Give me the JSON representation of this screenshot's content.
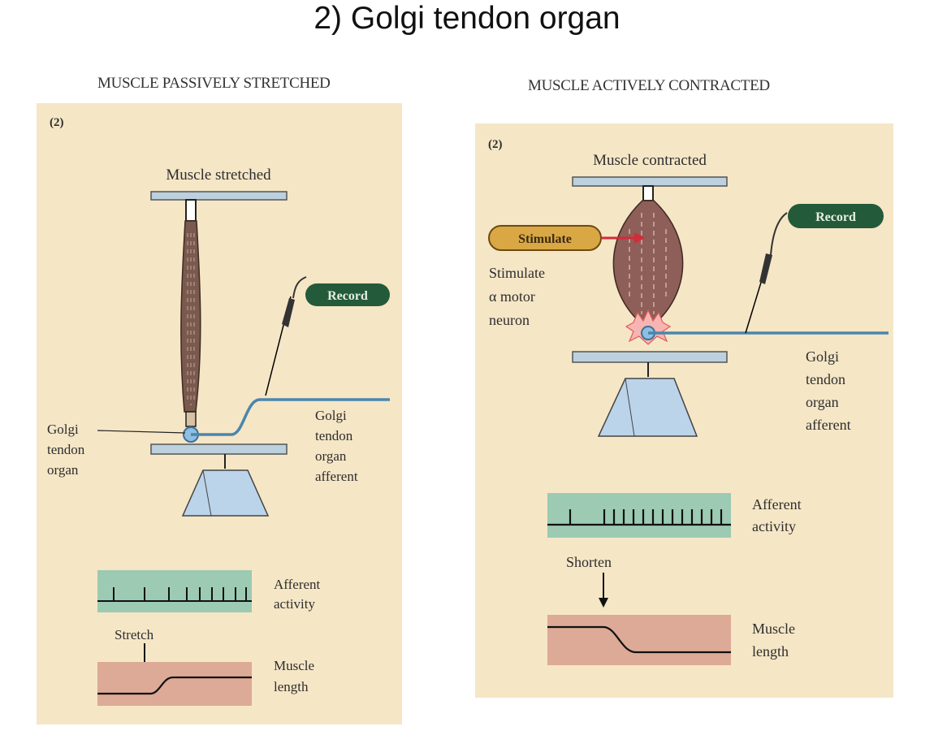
{
  "title": "2) Golgi tendon organ",
  "left": {
    "heading": "MUSCLE PASSIVELY STRETCHED",
    "panel_number": "(2)",
    "top_label": "Muscle stretched",
    "record": "Record",
    "golgi": [
      "Golgi",
      "tendon",
      "organ"
    ],
    "afferent": [
      "Golgi",
      "tendon",
      "organ",
      "afferent"
    ],
    "activity": [
      "Afferent",
      "activity"
    ],
    "event": "Stretch",
    "length": [
      "Muscle",
      "length"
    ]
  },
  "right": {
    "heading": "MUSCLE ACTIVELY CONTRACTED",
    "panel_number": "(2)",
    "top_label": "Muscle contracted",
    "record": "Record",
    "stimulate": "Stimulate",
    "stim_note": [
      "Stimulate",
      "α motor",
      "neuron"
    ],
    "afferent": [
      "Golgi",
      "tendon",
      "organ",
      "afferent"
    ],
    "activity": [
      "Afferent",
      "activity"
    ],
    "event": "Shorten",
    "length": [
      "Muscle",
      "length"
    ]
  },
  "colors": {
    "panel": "#f5e6c6",
    "bar": "#bcd0de",
    "muscle": "#7a5a4e",
    "nerve": "#4a86ad",
    "record": "#235a3a",
    "stimulate": "#d9a845",
    "activity_box": "#9ccab3",
    "length_box": "#dcaa96"
  }
}
